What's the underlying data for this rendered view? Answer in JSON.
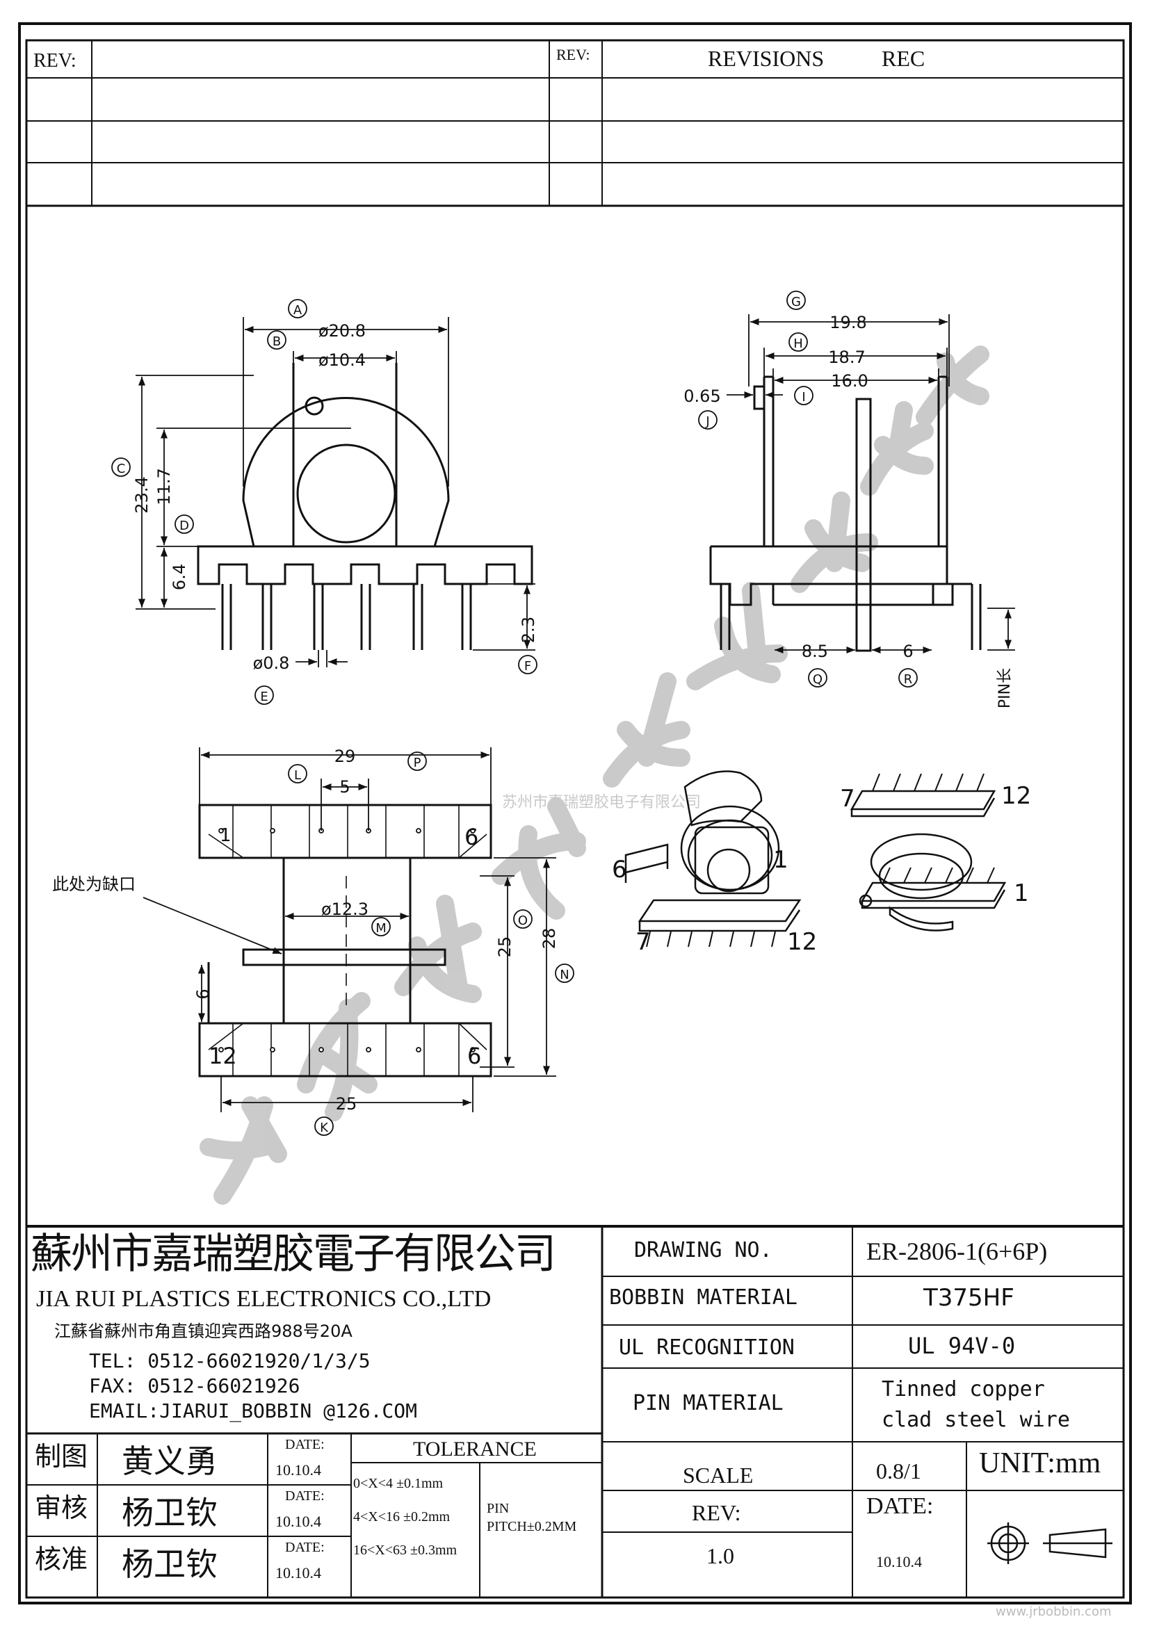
{
  "revision_table": {
    "rev_label_left": "REV:",
    "rev_label_right": "REV:",
    "revisions_label": "REVISIONS",
    "rec_label": "REC"
  },
  "dimensions": {
    "A": "A",
    "B": "B",
    "C": "C",
    "D": "D",
    "E": "E",
    "F": "F",
    "G": "G",
    "H": "H",
    "I": "I",
    "J": "J",
    "K": "K",
    "L": "L",
    "M": "M",
    "N": "N",
    "O": "O",
    "P": "P",
    "Q": "Q",
    "R": "R",
    "d_phi_20_8": "ø20.8",
    "d_phi_10_4": "ø10.4",
    "d_23_4": "23.4",
    "d_11_7": "11.7",
    "d_6_4": "6.4",
    "d_2_3": "2.3",
    "d_phi_0_8": "ø0.8",
    "d_19_8": "19.8",
    "d_18_7": "18.7",
    "d_16_0": "16.0",
    "d_0_65": "0.65",
    "d_8_5": "8.5",
    "d_6_side": "6",
    "pin_length": "PIN长",
    "d_29": "29",
    "d_5": "5",
    "d_phi_12_3": "ø12.3",
    "d_25_vert": "25",
    "d_28": "28",
    "d_6_bottom": "6",
    "d_25_horiz": "25",
    "notch_note": "此处为缺口",
    "pin_1": "1",
    "pin_6": "6",
    "pin_12": "12",
    "iso_a_6": "6",
    "iso_a_1": "1",
    "iso_a_7": "7",
    "iso_a_12": "12",
    "iso_b_7": "7",
    "iso_b_12": "12",
    "iso_b_1": "1"
  },
  "watermark": {
    "small": "苏州市嘉瑞塑胶电子有限公司"
  },
  "company": {
    "name_cn": "蘇州市嘉瑞塑胶電子有限公司",
    "name_en": "JIA RUI PLASTICS ELECTRONICS CO.,LTD",
    "address": "江蘇省蘇州市角直镇迎宾西路988号20A",
    "tel": "TEL: 0512-66021920/1/3/5",
    "fax": "FAX: 0512-66021926",
    "email": "EMAIL:JIARUI_BOBBIN @126.COM"
  },
  "signoff": [
    {
      "role": "制图",
      "name": "黄义勇",
      "date_label": "DATE:",
      "date": "10.10.4"
    },
    {
      "role": "审核",
      "name": "杨卫钦",
      "date_label": "DATE:",
      "date": "10.10.4"
    },
    {
      "role": "核准",
      "name": "杨卫钦",
      "date_label": "DATE:",
      "date": "10.10.4"
    }
  ],
  "tolerance": {
    "title": "TOLERANCE",
    "rows": [
      "0<X<4 ±0.1mm",
      "4<X<16 ±0.2mm",
      "16<X<63 ±0.3mm"
    ],
    "pin_label": "PIN",
    "pitch": "PITCH±0.2MM"
  },
  "title_block": {
    "drawing_no_label": "DRAWING NO.",
    "drawing_no": "ER-2806-1(6+6P)",
    "bobbin_material_label": "BOBBIN MATERIAL",
    "bobbin_material": "T375HF",
    "ul_label": "UL RECOGNITION",
    "ul_value": "UL 94V-0",
    "pin_material_label": "PIN MATERIAL",
    "pin_material_line1": "Tinned copper",
    "pin_material_line2": "clad steel wire",
    "scale_label": "SCALE",
    "scale": "0.8/1",
    "unit": "UNIT:mm",
    "rev_label": "REV:",
    "rev": "1.0",
    "date_label": "DATE:",
    "date": "10.10.4",
    "website": "www.jrbobbin.com"
  }
}
